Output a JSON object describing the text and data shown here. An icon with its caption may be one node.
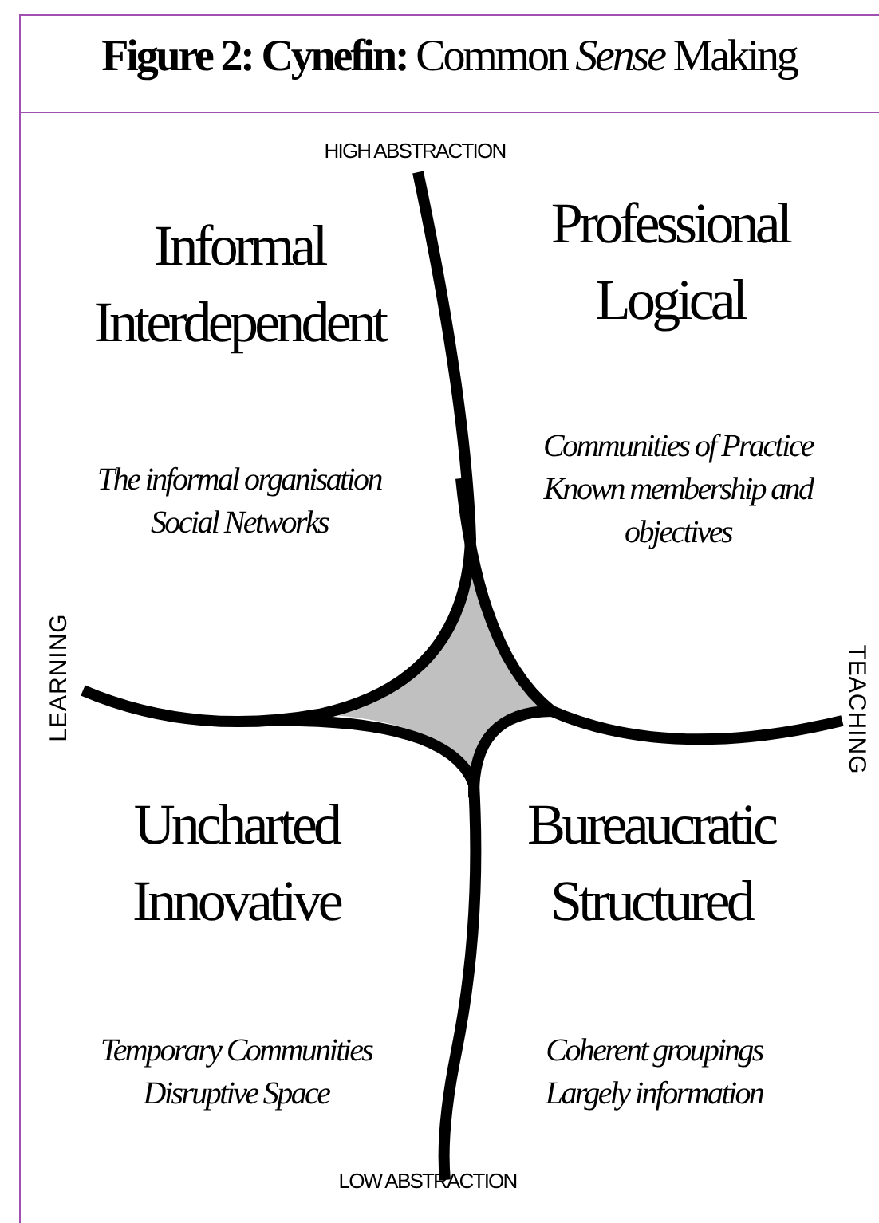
{
  "diagram": {
    "title": "**Figure 2: Cynefin:** Common *Sense* Making",
    "labels": [
      "HIGH ABSTRACTION",
      "Informal Interdependent",
      "The informal organisation",
      "Social Networks",
      "Professional Logical",
      "Communities of Practice",
      "Known membership and objectives",
      "LEARNING",
      "TEACHING",
      "Uncharted Innovative",
      "Temporary Communities",
      "Disruptive Space",
      "Bureaucratic Structured",
      "Coherent groupings",
      "Largely information",
      "LOW ABSTRACTION"
    ]
  }
}
